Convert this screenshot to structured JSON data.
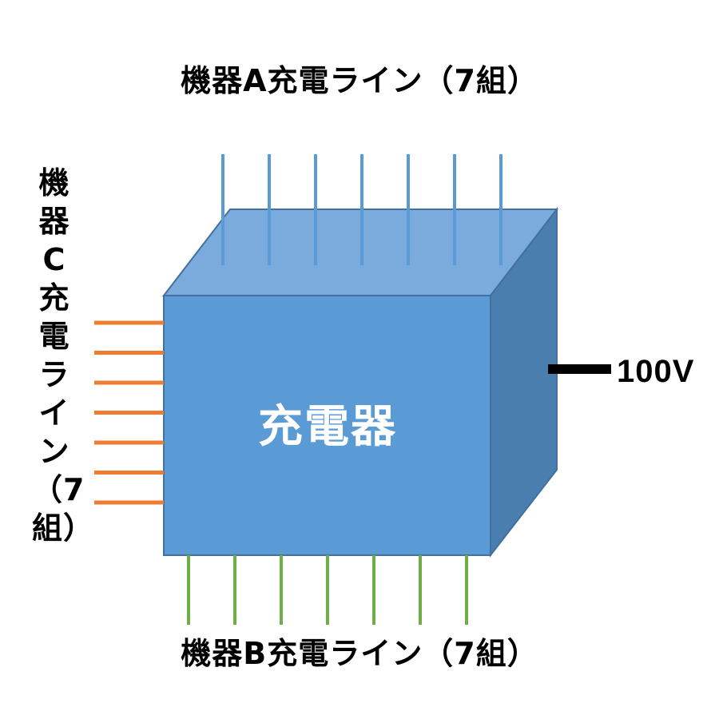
{
  "labels": {
    "device_a": "機器A充電ライン（7組）",
    "device_b": "機器B充電ライン（7組）",
    "device_c": "機器C充電ライン（7組）",
    "charger": "充電器",
    "input_voltage": "100V"
  },
  "lines": {
    "device_a_count": 7,
    "device_b_count": 7,
    "device_c_count": 7
  },
  "colors": {
    "cube_front": "#5b9bd5",
    "cube_top": "#7aabdc",
    "cube_side": "#4a7eae",
    "cube_edge": "#41719c",
    "line_a": "#5b9bd5",
    "line_b": "#70ad47",
    "line_c": "#ed7d31",
    "power_cord": "#000000"
  }
}
